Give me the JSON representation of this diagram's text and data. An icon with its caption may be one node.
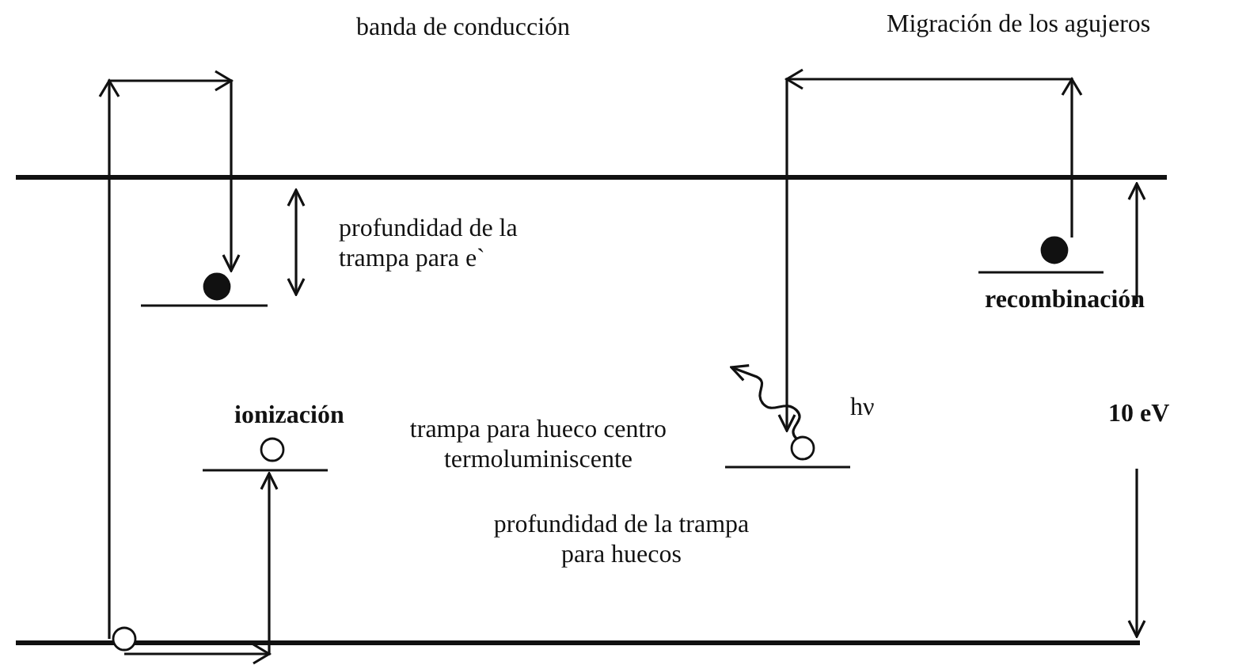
{
  "diagram": {
    "nodes": [
      {
        "text": [],
        "shape": "circle"
      },
      {
        "text": [],
        "shape": "dot"
      },
      {
        "text": [],
        "shape": "circle"
      },
      {
        "text": [],
        "shape": "circle"
      },
      {
        "text": [],
        "shape": "dot"
      }
    ],
    "edges": [
      {
        "from": 0,
        "to": 1,
        "arrow": "to"
      },
      {
        "from": 0,
        "to": 2,
        "arrow": "to"
      },
      {
        "from": 4,
        "to": 3,
        "arrow": "to"
      },
      {
        "from": 3,
        "to": null,
        "arrow": "to"
      }
    ],
    "labels": [
      "banda de conducción",
      "Migración de los agujeros",
      "profundidad de la trampa para e`",
      "recombinación",
      "ionización",
      "hν",
      "10 eV",
      "trampa para hueco centro termoluminiscente",
      "profundidad de la trampa para huecos"
    ]
  }
}
